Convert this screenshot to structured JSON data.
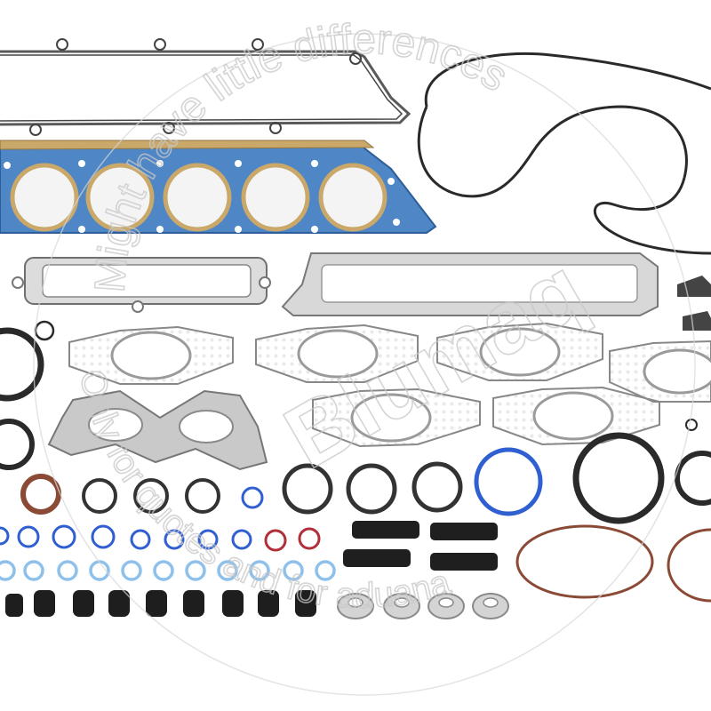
{
  "photo": {
    "subject": "engine gasket kit product photo",
    "background": "#ffffff"
  },
  "watermark": {
    "brand": "Blumaq",
    "arc_top": "Might have little differences",
    "arc_bottom": "Only for quotes and for aduana",
    "color": "#c8c8c8"
  },
  "colors": {
    "head_gasket_blue": "#4f86c6",
    "steel": "#b9b9b9",
    "dark_rubber": "#2a2a2a",
    "fiber": "#cfcfcf",
    "oring_blue": "#2f5fd0",
    "oring_light_blue": "#8ec0ec",
    "oring_red": "#b0303a",
    "oring_brown": "#8a4a36"
  }
}
